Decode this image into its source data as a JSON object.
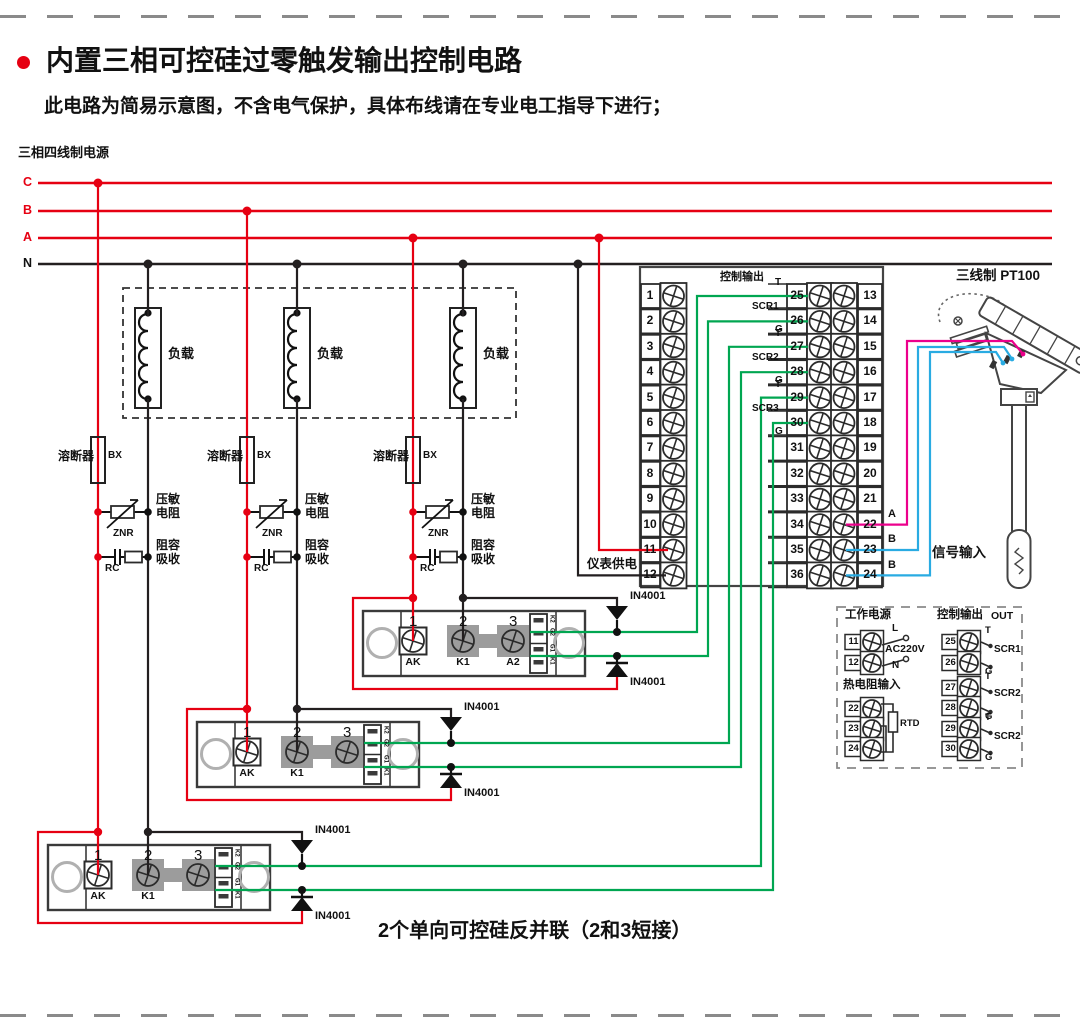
{
  "title": "内置三相可控硅过零触发输出控制电路",
  "subtitle": "此电路为简易示意图，不含电气保护，具体布线请在专业电工指导下进行；",
  "power_source_label": "三相四线制电源",
  "phase_labels": [
    "C",
    "B",
    "A",
    "N"
  ],
  "load_label": "负载",
  "fuse_label": "溶断器",
  "fuse_code": "BX",
  "varistor_label": "压敏电阻",
  "varistor_code": "ZNR",
  "rc_label": "阻容吸收",
  "rc_code": "RC",
  "diode_label": "IN4001",
  "module": {
    "numbers": [
      "1",
      "2",
      "3"
    ],
    "names": [
      "AK",
      "K1",
      "A2"
    ],
    "strip": [
      "K2",
      "G2",
      "G1",
      "K1"
    ]
  },
  "block": {
    "left_numbers": [
      "1",
      "2",
      "3",
      "4",
      "5",
      "6",
      "7",
      "8",
      "9",
      "10",
      "11",
      "12"
    ],
    "mid_numbers": [
      "25",
      "26",
      "27",
      "28",
      "29",
      "30",
      "31",
      "32",
      "33",
      "34",
      "35",
      "36"
    ],
    "right_numbers": [
      "13",
      "14",
      "15",
      "16",
      "17",
      "18",
      "19",
      "20",
      "21",
      "22",
      "23",
      "24"
    ],
    "control_output_label": "控制输出",
    "groups": [
      {
        "name": "SCR1",
        "t": "T",
        "g": "G"
      },
      {
        "name": "SCR2",
        "t": "T",
        "g": "G"
      },
      {
        "name": "SCR3",
        "t": "T",
        "g": "G"
      }
    ],
    "meter_supply_label": "仪表供电",
    "sensor_letters": [
      "A",
      "B",
      "B"
    ]
  },
  "sensor": {
    "title": "三线制 PT100",
    "signal_label": "信号输入"
  },
  "aux": {
    "power_title": "工作电源",
    "power_rows": [
      {
        "num": "11",
        "tag": "L"
      },
      {
        "num": "12",
        "tag": "N"
      }
    ],
    "voltage": "AC220V",
    "rtd_title": "热电阻输入",
    "rtd_rows": [
      "22",
      "23",
      "24"
    ],
    "rtd_label": "RTD",
    "out_title": "控制输出",
    "out_badge": "OUT",
    "out_rows": [
      {
        "num": "25",
        "tag": "T"
      },
      {
        "num": "26",
        "tag": "G"
      },
      {
        "num": "27",
        "tag": "T"
      },
      {
        "num": "28",
        "tag": "G"
      },
      {
        "num": "29",
        "tag": "T"
      },
      {
        "num": "30",
        "tag": "G"
      }
    ],
    "out_groups": [
      "SCR1",
      "SCR2",
      "SCR2"
    ]
  },
  "caption": "2个单向可控硅反并联（2和3短接）",
  "colors": {
    "phase": "#e60012",
    "neutral": "#231f20",
    "gate": "#00a651",
    "sensor_a": "#ec008c",
    "sensor_b": "#29abe2",
    "dash": "#8a8a8a"
  }
}
